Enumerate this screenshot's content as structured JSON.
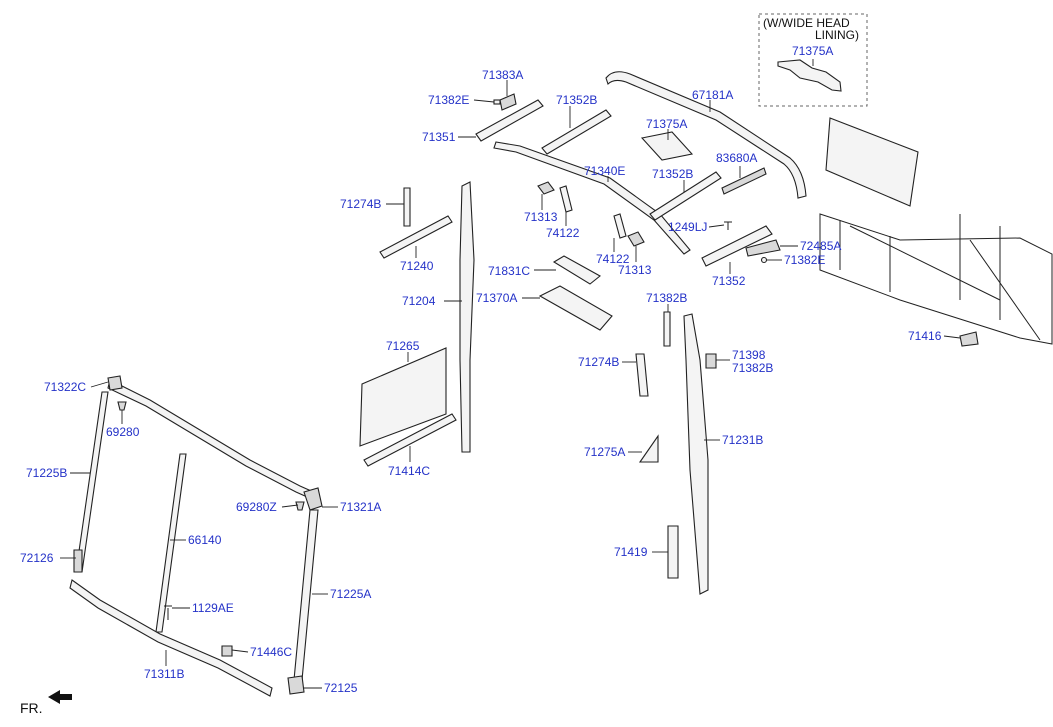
{
  "inset": {
    "line1": "(W/WIDE HEAD",
    "line2": "LINING)"
  },
  "direction": {
    "label": "FR."
  },
  "labels": {
    "p71375A_inset": "71375A",
    "p71383A": "71383A",
    "p71382E_top": "71382E",
    "p71352B_a": "71352B",
    "p67181A": "67181A",
    "p71351": "71351",
    "p71375A": "71375A",
    "p83680A": "83680A",
    "p71340E": "71340E",
    "p71352B_b": "71352B",
    "p71274B_a": "71274B",
    "p71313_a": "71313",
    "p74122_a": "74122",
    "p1249LJ": "1249LJ",
    "p74122_b": "74122",
    "p72485A": "72485A",
    "p71313_b": "71313",
    "p71240": "71240",
    "p71382E_right": "71382E",
    "p71831C": "71831C",
    "p71352": "71352",
    "p71370A": "71370A",
    "p71382B_a": "71382B",
    "p71204": "71204",
    "p71416": "71416",
    "p71265": "71265",
    "p71398": "71398",
    "p71382B_b": "71382B",
    "p71274B_b": "71274B",
    "p71322C": "71322C",
    "p69280": "69280",
    "p71231B": "71231B",
    "p71414C": "71414C",
    "p71275A": "71275A",
    "p71225B": "71225B",
    "p69280Z": "69280Z",
    "p71321A": "71321A",
    "p66140": "66140",
    "p72126": "72126",
    "p71419": "71419",
    "p71225A": "71225A",
    "p1129AE": "1129AE",
    "p71446C": "71446C",
    "p71311B": "71311B",
    "p72125": "72125"
  }
}
